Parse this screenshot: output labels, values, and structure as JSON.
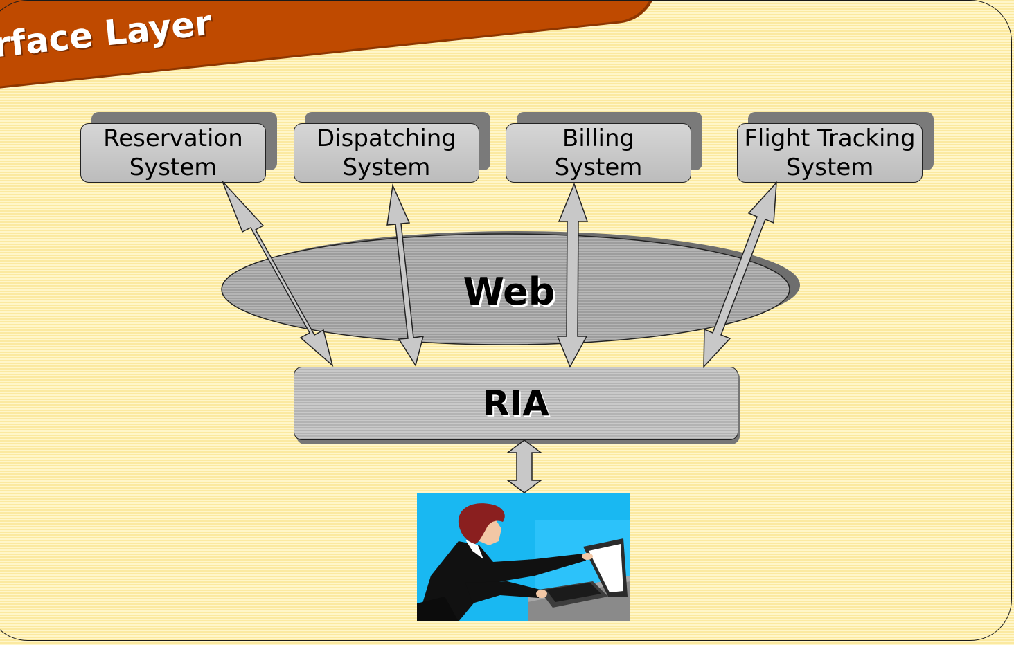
{
  "slide": {
    "title": "erface Layer"
  },
  "systems": [
    {
      "line1": "Reservation",
      "line2": "System"
    },
    {
      "line1": "Dispatching",
      "line2": "System"
    },
    {
      "line1": "Billing",
      "line2": "System"
    },
    {
      "line1": "Flight Tracking",
      "line2": "System"
    }
  ],
  "web": {
    "label": "Web"
  },
  "ria": {
    "label": "RIA"
  },
  "colors": {
    "banner": "#bf4a00",
    "background_stripe_a": "#fbe9a0",
    "background_stripe_b": "#fff6c9",
    "box_fill": "#c8c8c8",
    "arrow_fill": "#c8c8c8"
  },
  "icons": {
    "user": "person-at-laptop-illustration"
  }
}
